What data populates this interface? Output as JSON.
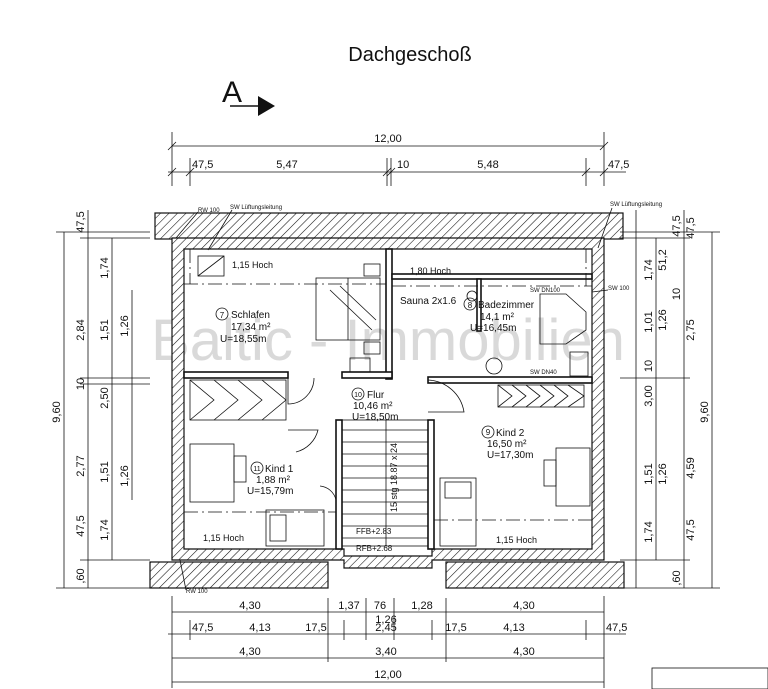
{
  "title": "Dachgeschoß",
  "section_marker": "A",
  "watermark": "Baltic - Immobilien",
  "rooms": [
    {
      "num": "7",
      "name": "Schlafen",
      "area": "17,34 m²",
      "perimeter": "U=18,55m"
    },
    {
      "num": "8",
      "name": "Badezimmer",
      "area": "14,1 m²",
      "perimeter": "U=16,45m"
    },
    {
      "num": "10",
      "name": "Flur",
      "area": "10,46 m²",
      "perimeter": "U=18,50m"
    },
    {
      "num": "9",
      "name": "Kind 2",
      "area": "16,50 m²",
      "perimeter": "U=17,30m"
    },
    {
      "num": "11",
      "name": "Kind 1",
      "area": "1,88 m²",
      "perimeter": "U=15,79m"
    }
  ],
  "labels": {
    "sauna": "Sauna 2x1.6",
    "stairs": "15 stg 18.87 x 24",
    "ffb": "FFB+2.83",
    "rfb": "RFB+2.68",
    "h115_tl": "1,15 Hoch",
    "h180": "1,80 Hoch",
    "h115_bl": "1,15 Hoch",
    "h115_br": "1,15 Hoch",
    "rw_top": "RW 100",
    "sw_top_left": "SW Lüftungsleitung",
    "sw_top_right": "SW Lüftungsleitung",
    "swdn100": "SW DN100",
    "sw100": "SW 100",
    "swdn40": "SW DN40",
    "rw_bottom": "RW 100"
  },
  "dims_top": {
    "total": "12,00",
    "row": [
      "47,5",
      "5,47",
      "10",
      "5,48",
      "47,5"
    ]
  },
  "dims_bottom": {
    "row1": [
      "4,30",
      "1,37",
      "76",
      "1,28",
      "4,30"
    ],
    "row1b": "1,26",
    "row2": [
      "47,5",
      "4,13",
      "17,5",
      "2,45",
      "17,5",
      "4,13",
      "47,5"
    ],
    "row3": [
      "4,30",
      "3,40",
      "4,30"
    ],
    "total": "12,00"
  },
  "dims_left": {
    "total": "9,60",
    "col1": [
      "47,5",
      "2,84",
      "10",
      "2,77",
      "47,5",
      ",60"
    ],
    "col2": [
      "1,74",
      "1,51",
      "2,50",
      "1,51",
      "1,74"
    ],
    "col3": [
      "1,26",
      "1,26"
    ]
  },
  "dims_right": {
    "total": "9,60",
    "col1": [
      "47,5",
      "1,74",
      "1,01",
      "10",
      "3,00",
      "1,51",
      "1,74",
      ",60"
    ],
    "col2": [
      "51,2",
      "10",
      "1,26",
      "1,26"
    ],
    "col3": [
      "47,5",
      "2,75",
      "4,59",
      "47,5"
    ]
  }
}
